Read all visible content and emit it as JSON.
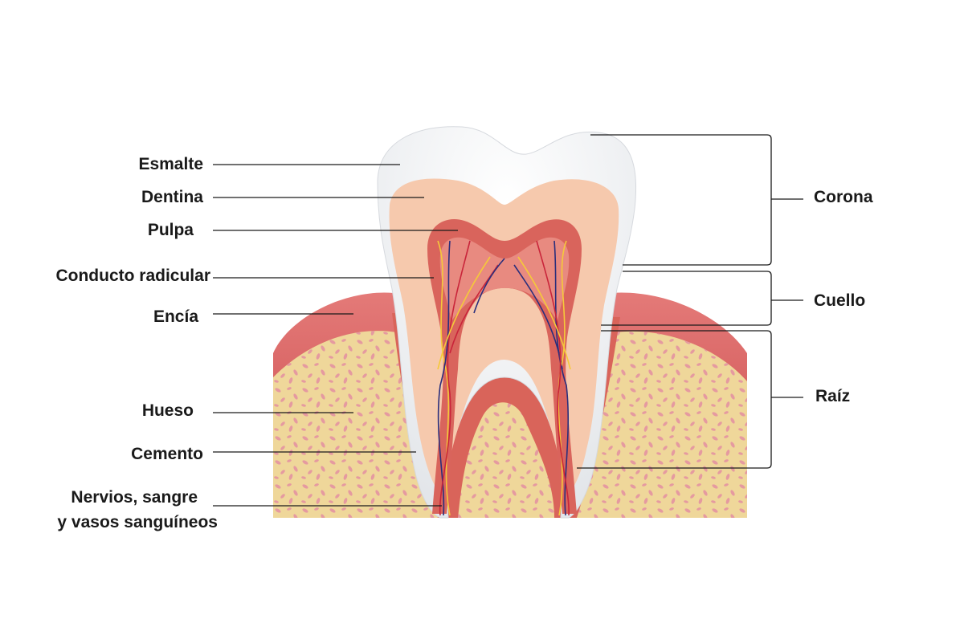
{
  "labels_left": {
    "esmalte": "Esmalte",
    "dentina": "Dentina",
    "pulpa": "Pulpa",
    "conducto": "Conducto radicular",
    "encia": "Encía",
    "hueso": "Hueso",
    "cemento": "Cemento",
    "nervios_line1": "Nervios, sangre",
    "nervios_line2": "y vasos sanguíneos"
  },
  "labels_right": {
    "corona": "Corona",
    "cuello": "Cuello",
    "raiz": "Raíz"
  },
  "colors": {
    "enamel": "#f4f5f7",
    "dentin": "#f6c9ad",
    "pulp": "#d9645c",
    "gum": "#d9645a",
    "bone": "#efd79a",
    "bone_pore": "#e59aa0",
    "nerve_yellow": "#f5c93a",
    "vessel_red": "#c9253a",
    "vessel_blue": "#2a2e7c"
  }
}
